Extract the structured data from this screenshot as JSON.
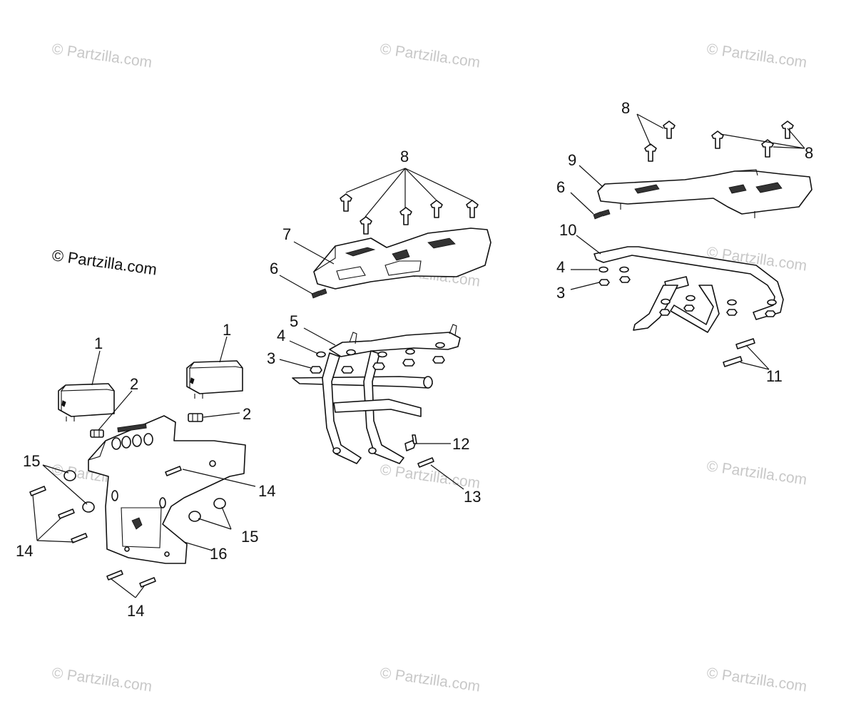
{
  "watermark": {
    "text": "© Partzilla.com"
  },
  "diagram": {
    "callouts": {
      "c1a": "1",
      "c1b": "1",
      "c2a": "2",
      "c2b": "2",
      "c3a": "3",
      "c3b": "3",
      "c4a": "4",
      "c4b": "4",
      "c5": "5",
      "c6a": "6",
      "c6b": "6",
      "c7": "7",
      "c8a": "8",
      "c8b": "8",
      "c8c": "8",
      "c9": "9",
      "c10": "10",
      "c11": "11",
      "c12": "12",
      "c13": "13",
      "c14a": "14",
      "c14b": "14",
      "c14c": "14",
      "c15a": "15",
      "c15b": "15",
      "c16": "16"
    }
  }
}
